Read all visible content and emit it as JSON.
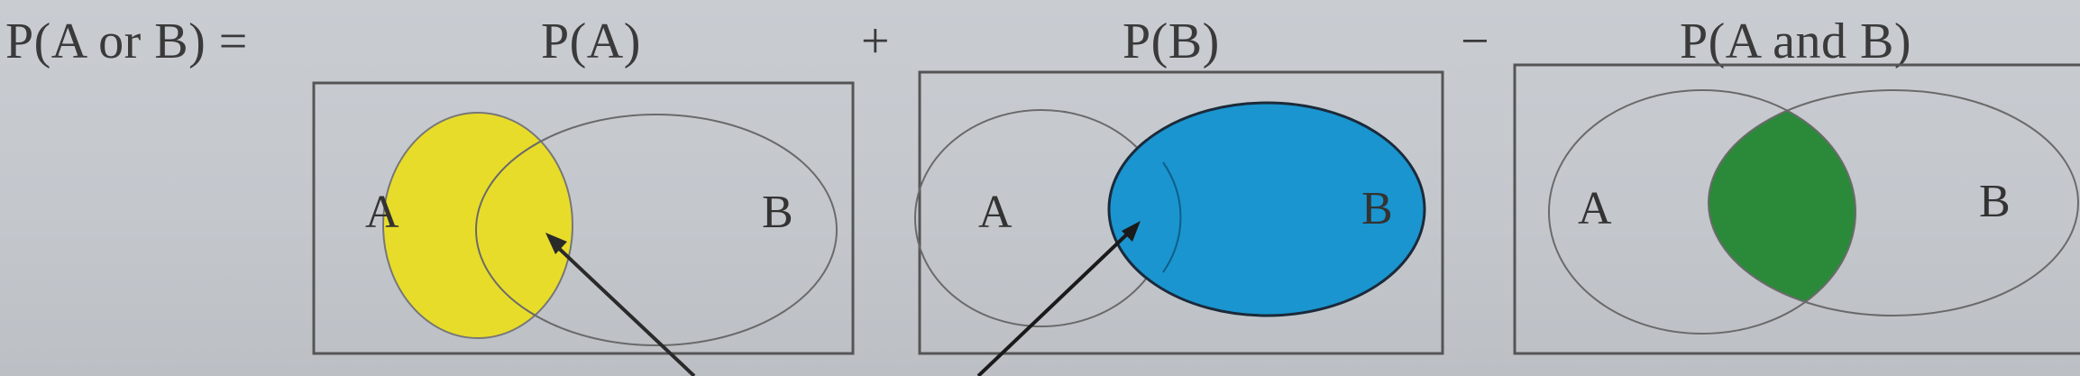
{
  "formula": {
    "lhs": "P(A or B)  =",
    "term_a": "P(A)",
    "plus": "+",
    "term_b": "P(B)",
    "minus": "−",
    "term_ab": "P(A and B)"
  },
  "panels": [
    {
      "name": "panel-p-a",
      "set_a_label": "A",
      "set_b_label": "B",
      "shaded": "A",
      "shade_color": "#e8dc2a"
    },
    {
      "name": "panel-p-b",
      "set_a_label": "A",
      "set_b_label": "B",
      "shaded": "B",
      "shade_color": "#1a95cf"
    },
    {
      "name": "panel-p-a-and-b",
      "set_a_label": "A",
      "set_b_label": "B",
      "shaded": "A and B",
      "shade_color": "#2b8a3a"
    }
  ],
  "colors": {
    "background": "#c6cacf",
    "outline": "#555555",
    "arrow": "#2a2a2a"
  }
}
